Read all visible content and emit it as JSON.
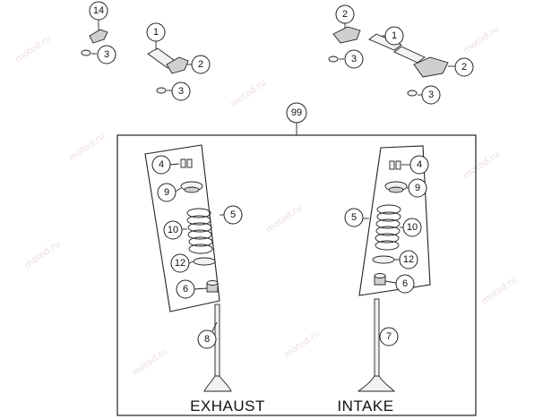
{
  "watermark": "motod.ru",
  "assembly": {
    "number": "99",
    "labels": {
      "exhaust": "EXHAUST",
      "intake": "INTAKE"
    }
  },
  "callouts": {
    "c14": "14",
    "c3a": "3",
    "c1a": "1",
    "c2a": "2",
    "c3b": "3",
    "c2b": "2",
    "c3c": "3",
    "c1b": "1",
    "c2c": "2",
    "c3d": "3",
    "exhaust": {
      "c4": "4",
      "c9": "9",
      "c10": "10",
      "c12": "12",
      "c6": "6",
      "c5": "5",
      "c8": "8"
    },
    "intake": {
      "c4": "4",
      "c9": "9",
      "c10": "10",
      "c12": "12",
      "c6": "6",
      "c5": "5",
      "c7": "7"
    }
  }
}
